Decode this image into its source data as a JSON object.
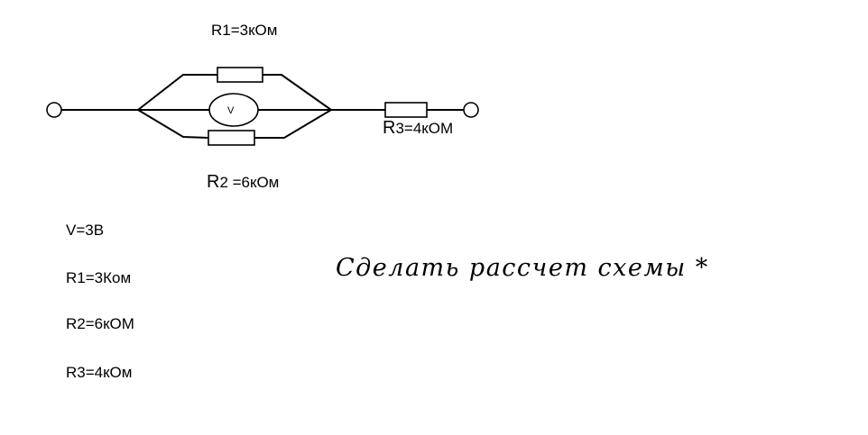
{
  "circuit": {
    "r1_label": "R1=3кОм",
    "r2_label_prefix": "R",
    "r2_label_rest": "2 =6кОм",
    "r3_label_prefix": "R",
    "r3_label_rest": "3=4кОМ",
    "voltmeter_symbol": "V"
  },
  "given": {
    "v": "V=3В",
    "r1": "R1=3Ком",
    "r2": "R2=6кОМ",
    "r3": "R3=4кОм"
  },
  "task": {
    "text": "Сделать рассчет схемы *"
  }
}
